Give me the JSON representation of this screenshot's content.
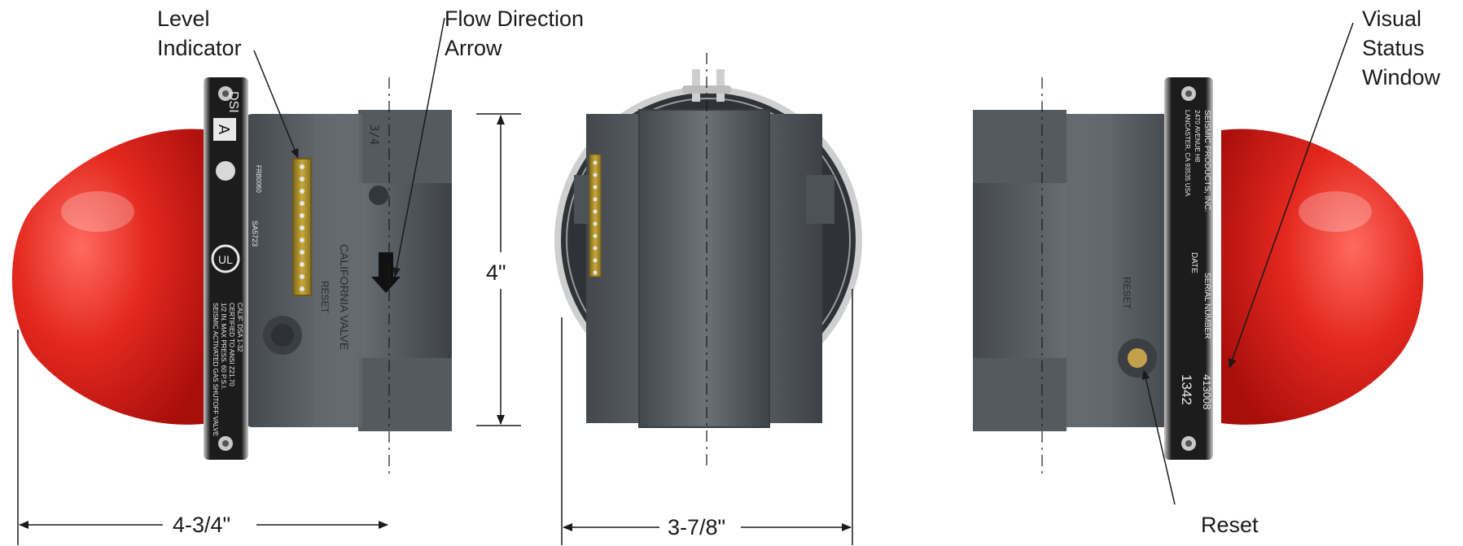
{
  "callouts": {
    "level_indicator": [
      "Level",
      "Indicator"
    ],
    "flow_direction_arrow": [
      "Flow Direction",
      "Arrow"
    ],
    "visual_status_window": [
      "Visual",
      "Status",
      "Window"
    ],
    "reset": "Reset"
  },
  "dimensions": {
    "height": "4\"",
    "depth": "4-3/4\"",
    "width": "3-7/8\""
  },
  "nameplate_left": {
    "line1": "SEISMIC ACTIVATED GAS SHUTOFF VALVE",
    "line2": "1/2 IN. MAX PRESS. 60 P.S.I.",
    "line3": "CERTIFIED TO ANSI Z21.70",
    "line4": "CALIF. DSA 1-32",
    "code1": "A",
    "code2": "DSI",
    "code3": "FRB0060",
    "code4": "SA5723"
  },
  "nameplate_right": {
    "maker": "SEISMIC PRODUCTS, INC.",
    "address1": "2470 AVENUE H8",
    "address2": "LANCASTER, CA 93535 USA",
    "serial_label": "SERIAL NUMBER",
    "serial_value": "413008",
    "date_label": "DATE",
    "date_value": "1342"
  },
  "body_text": {
    "size_mark": "3/4",
    "valve_mark": "CALIFORNIA VALVE",
    "reset_mark": "RESET"
  },
  "colors": {
    "red_cap": "#d8231c",
    "valve_body": "#5c6167",
    "ring": "#1c1c1c",
    "brass": "#b9942c"
  }
}
